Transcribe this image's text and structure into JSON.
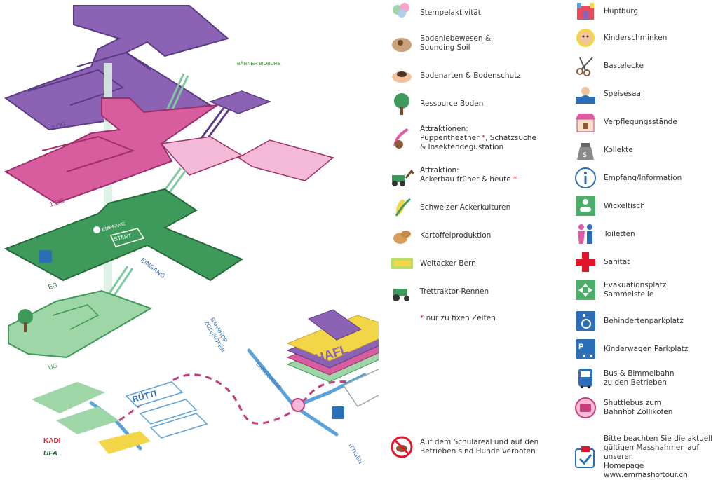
{
  "map": {
    "floors": {
      "og2": "2.OG",
      "og1": "1.OG",
      "eg": "EG",
      "ug": "UG"
    },
    "labels": {
      "empfang": "EMPFANG",
      "start": "START",
      "eingang": "EINGANG",
      "bahnhof": "BAHNHOF\nZOLLIKOFEN",
      "langgasse": "LANGGASSE",
      "ittigen": "ITTIGEN",
      "ruetti": "RÜTTI",
      "hafl": "HAFL",
      "barner_bio_bure": "BÄRNER BIOBURE",
      "kadi": "KADI",
      "ufa": "UFA"
    },
    "colors": {
      "purple": "#8b62b4",
      "purple_dark": "#5b3c84",
      "pink": "#d85d9e",
      "pink_dark": "#9e2f6c",
      "green": "#3e9a5a",
      "green_dark": "#246b38",
      "light_green": "#9fd6a8",
      "blue": "#2d6fb7",
      "light_blue": "#aecfec",
      "yellow": "#f3d548",
      "red": "#e2162b"
    }
  },
  "legend": {
    "left": [
      {
        "icon": "balloons-icon",
        "text": "Stempelaktivität"
      },
      {
        "icon": "soil-creature-icon",
        "text": "Bodenlebewesen &\nSounding Soil"
      },
      {
        "icon": "soil-hand-icon",
        "text": "Bodenarten & Bodenschutz"
      },
      {
        "icon": "tree-icon",
        "text": "Ressource Boden"
      },
      {
        "icon": "worm-icon",
        "text": "Attraktionen:\nPuppentheather",
        "star": "*",
        "text_after": ", Schatzsuche\n& Insektendegustation"
      },
      {
        "icon": "tractor-horse-icon",
        "text": "Attraktion:\nAckerbau früher & heute",
        "star": "*"
      },
      {
        "icon": "corn-icon",
        "text": "Schweizer Ackerkulturen"
      },
      {
        "icon": "potato-icon",
        "text": "Kartoffelproduktion"
      },
      {
        "icon": "weltacker-icon",
        "text": "Weltacker Bern"
      },
      {
        "icon": "tractor-icon",
        "text": "Trettraktor-Rennen"
      },
      {
        "icon": "star-note-icon",
        "text": "nur zu fixen Zeiten",
        "star": "*"
      }
    ],
    "right": [
      {
        "icon": "bouncy-castle-icon",
        "text": "Hüpfburg"
      },
      {
        "icon": "face-paint-icon",
        "text": "Kinderschminken"
      },
      {
        "icon": "scissors-icon",
        "text": "Bastelecke"
      },
      {
        "icon": "dining-icon",
        "text": "Speisesaal"
      },
      {
        "icon": "food-stand-icon",
        "text": "Verpflegungsstände"
      },
      {
        "icon": "money-bag-icon",
        "text": "Kollekte"
      },
      {
        "icon": "info-icon",
        "text": "Empfang/Information"
      },
      {
        "icon": "baby-change-icon",
        "text": "Wickeltisch"
      },
      {
        "icon": "toilet-icon",
        "text": "Toiletten"
      },
      {
        "icon": "first-aid-icon",
        "text": "Sanität"
      },
      {
        "icon": "evacuation-icon",
        "text": "Evakuationsplatz\nSammelstelle"
      },
      {
        "icon": "accessible-parking-icon",
        "text": "Behindertenparkplatz"
      },
      {
        "icon": "stroller-parking-icon",
        "text": "Kinderwagen Parkplatz"
      },
      {
        "icon": "bus-icon",
        "text": "Bus & Bimmelbahn\nzu den Betrieben"
      },
      {
        "icon": "shuttle-icon",
        "text": "Shuttlebus zum\nBahnhof Zollikofen"
      }
    ],
    "notice_dogs": {
      "icon": "no-dogs-icon",
      "text": "Auf dem Schulareal und auf den\nBetrieben sind Hunde verboten"
    },
    "notice_measures": {
      "icon": "measures-icon",
      "text": "Bitte beachten Sie die aktuell\ngültigen Massnahmen auf unserer\nHomepage www.emmashoftour.ch"
    }
  }
}
